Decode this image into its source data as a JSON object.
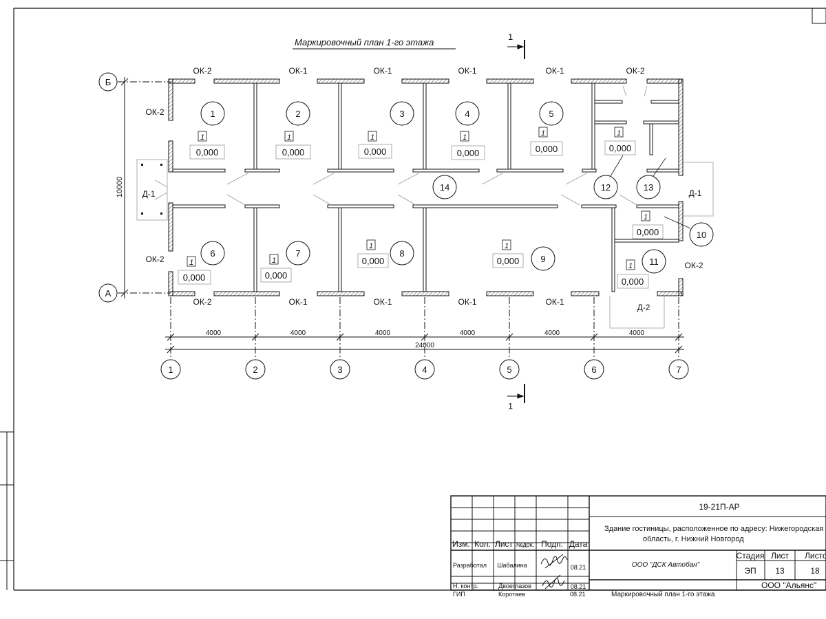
{
  "plan_title": "Маркировочный план 1-го этажа",
  "section": {
    "mark": "1"
  },
  "axes_letters": [
    "Б",
    "А"
  ],
  "axes_numbers": [
    "1",
    "2",
    "3",
    "4",
    "5",
    "6",
    "7"
  ],
  "dimensions": {
    "spans": [
      "4000",
      "4000",
      "4000",
      "4000",
      "4000",
      "4000"
    ],
    "total": "24000",
    "height": "10000"
  },
  "windows": {
    "top": [
      "ОК-2",
      "ОК-1",
      "ОК-1",
      "ОК-1",
      "ОК-1",
      "ОК-2"
    ],
    "bottom": [
      "ОК-2",
      "ОК-1",
      "ОК-1",
      "ОК-1",
      "ОК-1"
    ],
    "left_top": "ОК-2",
    "left_bottom": "ОК-2",
    "right_bottom": "ОК-2"
  },
  "doors": {
    "left": "Д-1",
    "right": "Д-1",
    "bottom": "Д-2"
  },
  "rooms": [
    "1",
    "2",
    "3",
    "4",
    "5",
    "6",
    "7",
    "8",
    "9",
    "10",
    "11",
    "12",
    "13",
    "14"
  ],
  "floor_mark": "1",
  "level": "0,000",
  "colors": {
    "line": "#111111",
    "hatch": "#555555",
    "background": "#ffffff"
  },
  "title_block": {
    "code": "19-21П-АР",
    "description_line1": "Здание гостиницы, расположенное по адресу: Нижегородская",
    "description_line2": "область, г. Нижний Новгород",
    "company_dev": "ООО \"ДСК Автобан\"",
    "company_owner": "ООО \"Альянс\"",
    "sheet_title": "Маркировочный план 1-го этажа",
    "headers": [
      "Изм.",
      "Кол.",
      "Лист",
      "№док.",
      "Подп.",
      "Дата"
    ],
    "stage_headers": [
      "Стадия",
      "Лист",
      "Листов"
    ],
    "stage": "ЭП",
    "sheet": "13",
    "sheets": "18",
    "rows": [
      {
        "role": "Разработал",
        "name": "Шабалина",
        "date": "08.21"
      },
      {
        "role": "Н. контр.",
        "name": "Двоеглазов",
        "date": "08.21"
      },
      {
        "role": "ГИП",
        "name": "Коротаев",
        "date": "08.21"
      }
    ]
  }
}
